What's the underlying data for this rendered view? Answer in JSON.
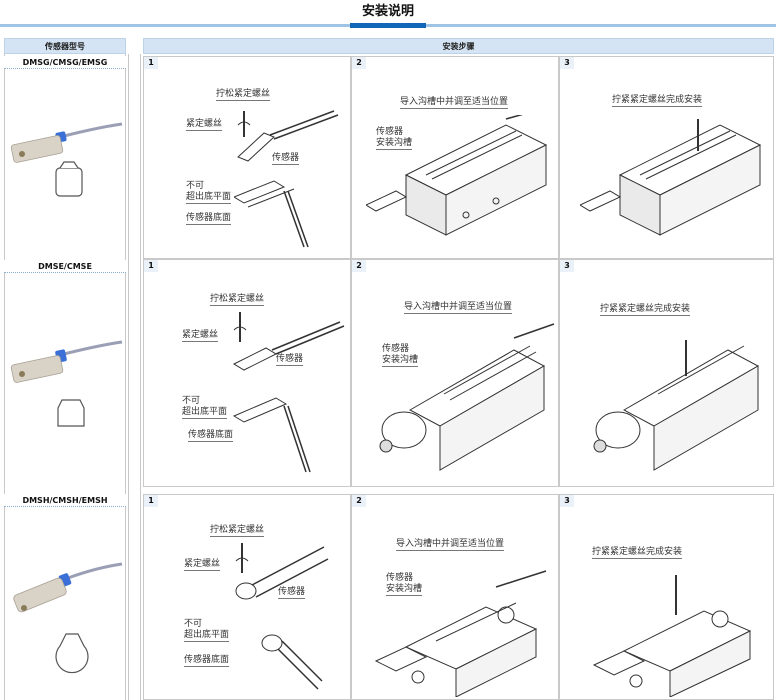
{
  "page": {
    "title": "安装说明"
  },
  "headers": {
    "model": "传感器型号",
    "steps": "安装步骤"
  },
  "rows": [
    {
      "model": "DMSG/CMSG/EMSG",
      "steps": [
        {
          "num": "1",
          "labels": [
            "拧松紧定螺丝",
            "紧定螺丝",
            "传感器",
            "不可",
            "超出底平面",
            "传感器底面"
          ]
        },
        {
          "num": "2",
          "labels": [
            "导入沟槽中并调至适当位置",
            "传感器",
            "安装沟槽"
          ]
        },
        {
          "num": "3",
          "labels": [
            "拧紧紧定螺丝完成安装"
          ]
        }
      ]
    },
    {
      "model": "DMSE/CMSE",
      "steps": [
        {
          "num": "1",
          "labels": [
            "拧松紧定螺丝",
            "紧定螺丝",
            "传感器",
            "不可",
            "超出底平面",
            "传感器底面"
          ]
        },
        {
          "num": "2",
          "labels": [
            "导入沟槽中并调至适当位置",
            "传感器",
            "安装沟槽"
          ]
        },
        {
          "num": "3",
          "labels": [
            "拧紧紧定螺丝完成安装"
          ]
        }
      ]
    },
    {
      "model": "DMSH/CMSH/EMSH",
      "steps": [
        {
          "num": "1",
          "labels": [
            "拧松紧定螺丝",
            "紧定螺丝",
            "传感器",
            "不可",
            "超出底平面",
            "传感器底面"
          ]
        },
        {
          "num": "2",
          "labels": [
            "导入沟槽中并调至适当位置",
            "传感器",
            "安装沟槽"
          ]
        },
        {
          "num": "3",
          "labels": [
            "拧紧紧定螺丝完成安装"
          ]
        }
      ]
    }
  ],
  "colors": {
    "accent": "#1266b7",
    "header_bg": "#d4e4f4",
    "rule": "#9fc4e6",
    "band": "#3a6fd8"
  }
}
